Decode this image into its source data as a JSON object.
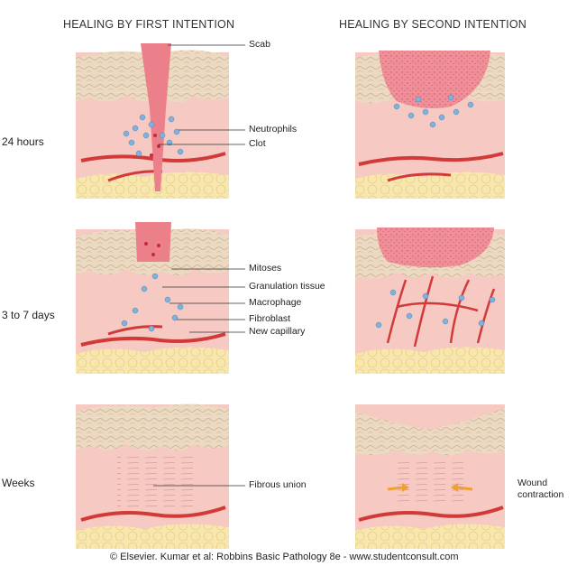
{
  "columns": {
    "first": "HEALING BY FIRST INTENTION",
    "second": "HEALING BY SECOND INTENTION"
  },
  "rows": {
    "r1": "24 hours",
    "r2": "3 to 7 days",
    "r3": "Weeks"
  },
  "callouts": {
    "scab": "Scab",
    "neutrophils": "Neutrophils",
    "clot": "Clot",
    "mitoses": "Mitoses",
    "granulation": "Granulation tissue",
    "macrophage": "Macrophage",
    "fibroblast": "Fibroblast",
    "capillary": "New capillary",
    "fibrous": "Fibrous union",
    "contraction_1": "Wound",
    "contraction_2": "contraction"
  },
  "footer": "© Elsevier. Kumar et al: Robbins Basic Pathology 8e - www.studentconsult.com",
  "colors": {
    "dermis": "#f6c9c3",
    "epidermis": "#ecd9c2",
    "fat": "#f6e3a6",
    "vessel": "#d23a3a",
    "scab": "#eb7f8a",
    "cell": "#7fb2de",
    "arrow": "#f0a030"
  }
}
